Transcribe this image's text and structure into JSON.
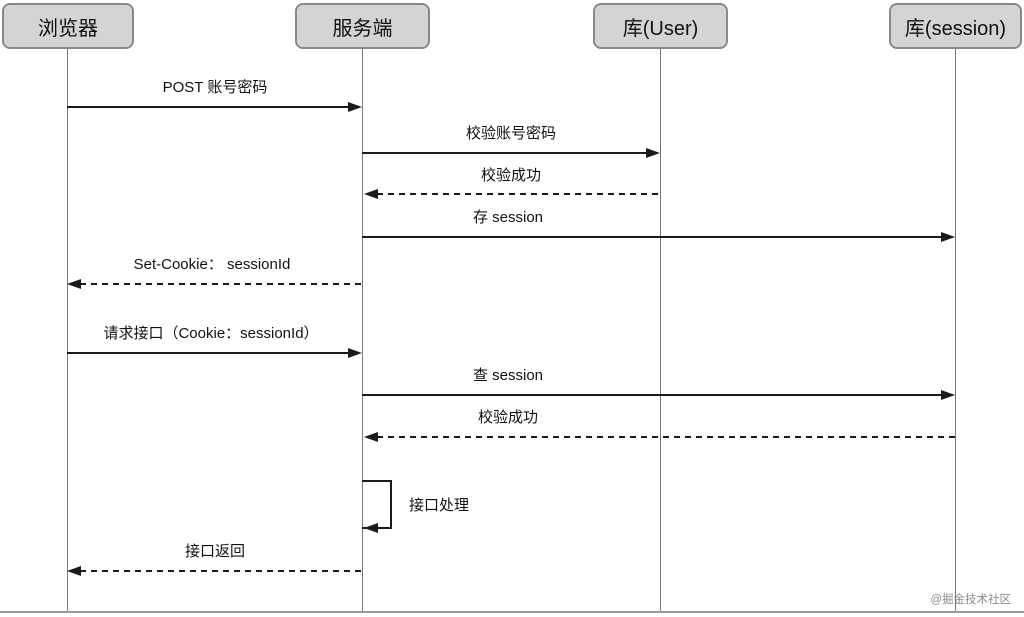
{
  "diagram": {
    "type": "sequence",
    "participants": [
      {
        "id": "browser",
        "label": "浏览器"
      },
      {
        "id": "server",
        "label": "服务端"
      },
      {
        "id": "db_user",
        "label": "库(User)"
      },
      {
        "id": "db_session",
        "label": "库(session)"
      }
    ],
    "messages": [
      {
        "label": "POST 账号密码",
        "from": "浏览器",
        "to": "服务端",
        "line": "solid"
      },
      {
        "label": "校验账号密码",
        "from": "服务端",
        "to": "库(User)",
        "line": "solid"
      },
      {
        "label": "校验成功",
        "from": "库(User)",
        "to": "服务端",
        "line": "dashed"
      },
      {
        "label": "存 session",
        "from": "服务端",
        "to": "库(session)",
        "line": "solid"
      },
      {
        "label": "Set-Cookie： sessionId",
        "from": "服务端",
        "to": "浏览器",
        "line": "dashed"
      },
      {
        "label": "请求接口（Cookie：sessionId）",
        "from": "浏览器",
        "to": "服务端",
        "line": "solid"
      },
      {
        "label": "查 session",
        "from": "服务端",
        "to": "库(session)",
        "line": "solid"
      },
      {
        "label": "校验成功",
        "from": "库(session)",
        "to": "服务端",
        "line": "dashed"
      },
      {
        "label": "接口处理",
        "from": "服务端",
        "to": "服务端",
        "line": "self"
      },
      {
        "label": "接口返回",
        "from": "服务端",
        "to": "浏览器",
        "line": "dashed"
      }
    ],
    "watermark": "@掘金技术社区",
    "colors": {
      "participant_fill": "#d4d4d4",
      "participant_border": "#8a8a8a",
      "line": "#1a1a1a",
      "lifeline": "#777777",
      "watermark": "#8a8a8a",
      "background": "#ffffff"
    }
  }
}
